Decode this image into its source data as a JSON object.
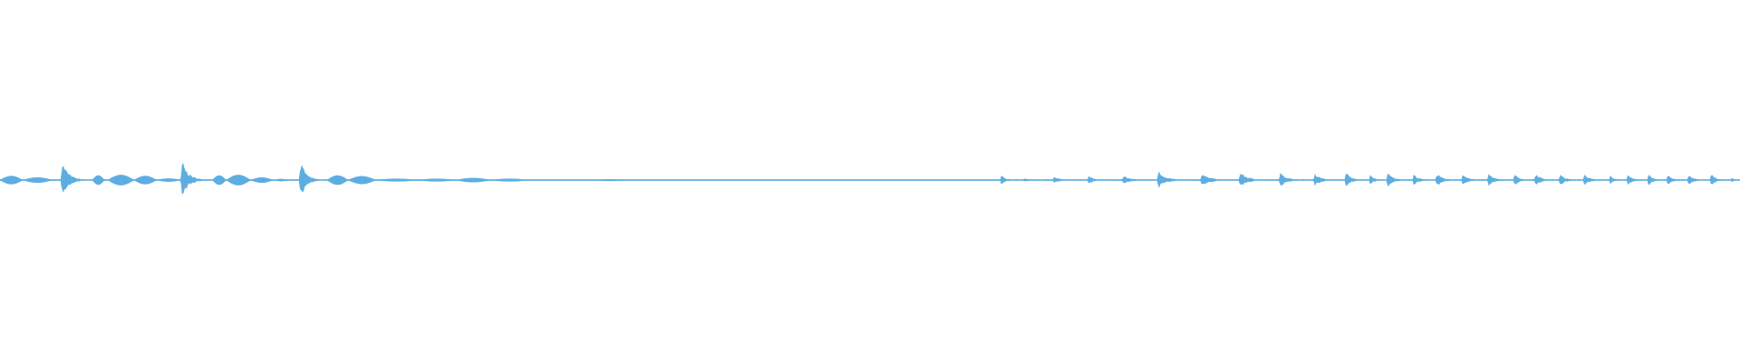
{
  "waveform": {
    "color": "#5dade2",
    "background": "#ffffff",
    "icon": "audio-waveform",
    "description_of_content": "",
    "segments": [
      {
        "type": "swell",
        "start": 0.0,
        "end": 0.013,
        "amp": 0.16
      },
      {
        "type": "swell",
        "start": 0.013,
        "end": 0.03,
        "amp": 0.1
      },
      {
        "type": "flat",
        "start": 0.03,
        "end": 0.034,
        "amp": 0.01
      },
      {
        "type": "hit",
        "start": 0.035,
        "end": 0.053,
        "amp": 0.95
      },
      {
        "type": "swell",
        "start": 0.053,
        "end": 0.06,
        "amp": 0.18
      },
      {
        "type": "flat",
        "start": 0.06,
        "end": 0.062,
        "amp": 0.01
      },
      {
        "type": "swell",
        "start": 0.062,
        "end": 0.077,
        "amp": 0.2
      },
      {
        "type": "swell",
        "start": 0.077,
        "end": 0.09,
        "amp": 0.16
      },
      {
        "type": "swell",
        "start": 0.09,
        "end": 0.104,
        "amp": 0.06
      },
      {
        "type": "hit",
        "start": 0.104,
        "end": 0.122,
        "amp": 0.95
      },
      {
        "type": "swell",
        "start": 0.122,
        "end": 0.13,
        "amp": 0.18
      },
      {
        "type": "swell",
        "start": 0.13,
        "end": 0.144,
        "amp": 0.2
      },
      {
        "type": "swell",
        "start": 0.144,
        "end": 0.157,
        "amp": 0.1
      },
      {
        "type": "swell",
        "start": 0.157,
        "end": 0.166,
        "amp": 0.04
      },
      {
        "type": "hit",
        "start": 0.172,
        "end": 0.188,
        "amp": 0.95
      },
      {
        "type": "swell",
        "start": 0.188,
        "end": 0.2,
        "amp": 0.18
      },
      {
        "type": "swell",
        "start": 0.2,
        "end": 0.216,
        "amp": 0.15
      },
      {
        "type": "swell",
        "start": 0.216,
        "end": 0.24,
        "amp": 0.05
      },
      {
        "type": "swell",
        "start": 0.24,
        "end": 0.262,
        "amp": 0.05
      },
      {
        "type": "swell",
        "start": 0.262,
        "end": 0.282,
        "amp": 0.08
      },
      {
        "type": "swell",
        "start": 0.282,
        "end": 0.304,
        "amp": 0.05
      },
      {
        "type": "swell",
        "start": 0.304,
        "end": 0.32,
        "amp": 0.02
      },
      {
        "type": "swell",
        "start": 0.32,
        "end": 0.34,
        "amp": 0.02
      },
      {
        "type": "swell",
        "start": 0.34,
        "end": 0.36,
        "amp": 0.03
      },
      {
        "type": "swell",
        "start": 0.36,
        "end": 0.378,
        "amp": 0.02
      },
      {
        "type": "swell",
        "start": 0.378,
        "end": 0.4,
        "amp": 0.02
      },
      {
        "type": "swell",
        "start": 0.4,
        "end": 0.42,
        "amp": 0.02
      },
      {
        "type": "swell",
        "start": 0.42,
        "end": 0.44,
        "amp": 0.02
      },
      {
        "type": "swell",
        "start": 0.44,
        "end": 0.455,
        "amp": 0.02
      },
      {
        "type": "swell",
        "start": 0.455,
        "end": 0.472,
        "amp": 0.015
      },
      {
        "type": "swell",
        "start": 0.48,
        "end": 0.505,
        "amp": 0.02
      },
      {
        "type": "swell",
        "start": 0.505,
        "end": 0.525,
        "amp": 0.015
      },
      {
        "type": "swell",
        "start": 0.525,
        "end": 0.545,
        "amp": 0.015
      },
      {
        "type": "swell",
        "start": 0.545,
        "end": 0.572,
        "amp": 0.01
      },
      {
        "type": "hit",
        "start": 0.575,
        "end": 0.588,
        "amp": 0.22
      },
      {
        "type": "hit",
        "start": 0.588,
        "end": 0.6,
        "amp": 0.1
      },
      {
        "type": "hit",
        "start": 0.605,
        "end": 0.625,
        "amp": 0.14
      },
      {
        "type": "hit",
        "start": 0.625,
        "end": 0.64,
        "amp": 0.22
      },
      {
        "type": "hit",
        "start": 0.645,
        "end": 0.665,
        "amp": 0.2
      },
      {
        "type": "hit",
        "start": 0.665,
        "end": 0.685,
        "amp": 0.45
      },
      {
        "type": "hit",
        "start": 0.69,
        "end": 0.712,
        "amp": 0.35
      },
      {
        "type": "hit",
        "start": 0.712,
        "end": 0.733,
        "amp": 0.38
      },
      {
        "type": "hit",
        "start": 0.735,
        "end": 0.755,
        "amp": 0.35
      },
      {
        "type": "hit",
        "start": 0.755,
        "end": 0.773,
        "amp": 0.3
      },
      {
        "type": "hit",
        "start": 0.773,
        "end": 0.787,
        "amp": 0.42
      },
      {
        "type": "hit",
        "start": 0.787,
        "end": 0.797,
        "amp": 0.3
      },
      {
        "type": "hit",
        "start": 0.797,
        "end": 0.812,
        "amp": 0.36
      },
      {
        "type": "hit",
        "start": 0.812,
        "end": 0.825,
        "amp": 0.3
      },
      {
        "type": "hit",
        "start": 0.825,
        "end": 0.84,
        "amp": 0.34
      },
      {
        "type": "hit",
        "start": 0.84,
        "end": 0.855,
        "amp": 0.3
      },
      {
        "type": "hit",
        "start": 0.855,
        "end": 0.87,
        "amp": 0.34
      },
      {
        "type": "hit",
        "start": 0.87,
        "end": 0.882,
        "amp": 0.32
      },
      {
        "type": "hit",
        "start": 0.882,
        "end": 0.896,
        "amp": 0.34
      },
      {
        "type": "hit",
        "start": 0.896,
        "end": 0.91,
        "amp": 0.3
      },
      {
        "type": "hit",
        "start": 0.91,
        "end": 0.925,
        "amp": 0.32
      },
      {
        "type": "hit",
        "start": 0.925,
        "end": 0.935,
        "amp": 0.24
      },
      {
        "type": "hit",
        "start": 0.935,
        "end": 0.947,
        "amp": 0.3
      },
      {
        "type": "hit",
        "start": 0.947,
        "end": 0.958,
        "amp": 0.32
      },
      {
        "type": "hit",
        "start": 0.958,
        "end": 0.97,
        "amp": 0.28
      },
      {
        "type": "hit",
        "start": 0.97,
        "end": 0.983,
        "amp": 0.26
      },
      {
        "type": "hit",
        "start": 0.983,
        "end": 0.995,
        "amp": 0.3
      },
      {
        "type": "hit",
        "start": 0.995,
        "end": 1.0,
        "amp": 0.16
      }
    ]
  }
}
